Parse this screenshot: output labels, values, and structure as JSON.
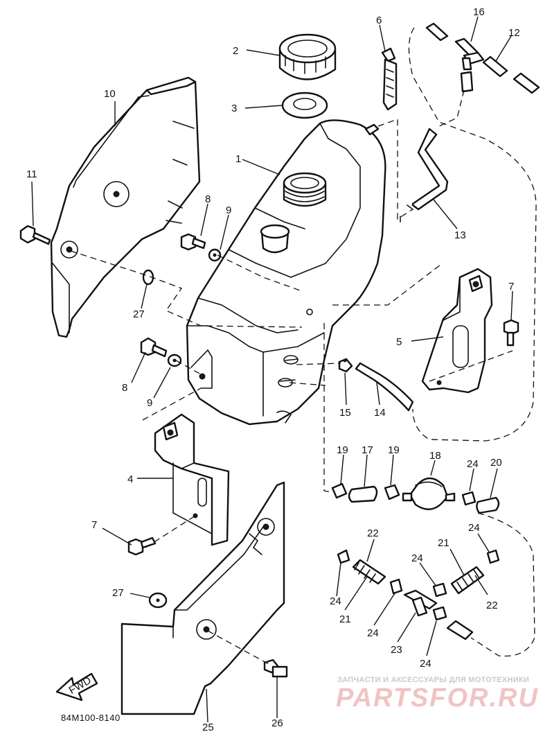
{
  "diagram": {
    "drawing_code": "84M100-8140",
    "fwd_label": "FWD",
    "callouts": {
      "p1": "1",
      "p2": "2",
      "p3": "3",
      "p4": "4",
      "p5": "5",
      "p6": "6",
      "p7a": "7",
      "p7b": "7",
      "p8a": "8",
      "p8b": "8",
      "p9a": "9",
      "p9b": "9",
      "p10": "10",
      "p11": "11",
      "p12": "12",
      "p13": "13",
      "p14": "14",
      "p15": "15",
      "p16": "16",
      "p17": "17",
      "p18": "18",
      "p19a": "19",
      "p19b": "19",
      "p20": "20",
      "p21a": "21",
      "p21b": "21",
      "p22a": "22",
      "p22b": "22",
      "p23": "23",
      "p24a": "24",
      "p24b": "24",
      "p24c": "24",
      "p24d": "24",
      "p24e": "24",
      "p24f": "24",
      "p25": "25",
      "p26": "26",
      "p27a": "27",
      "p27b": "27"
    }
  },
  "watermark": {
    "tagline": "ЗАПЧАСТИ И АКСЕССУАРЫ ДЛЯ МОТОТЕХНИКИ",
    "brand": "PARTSFOR.RU"
  }
}
